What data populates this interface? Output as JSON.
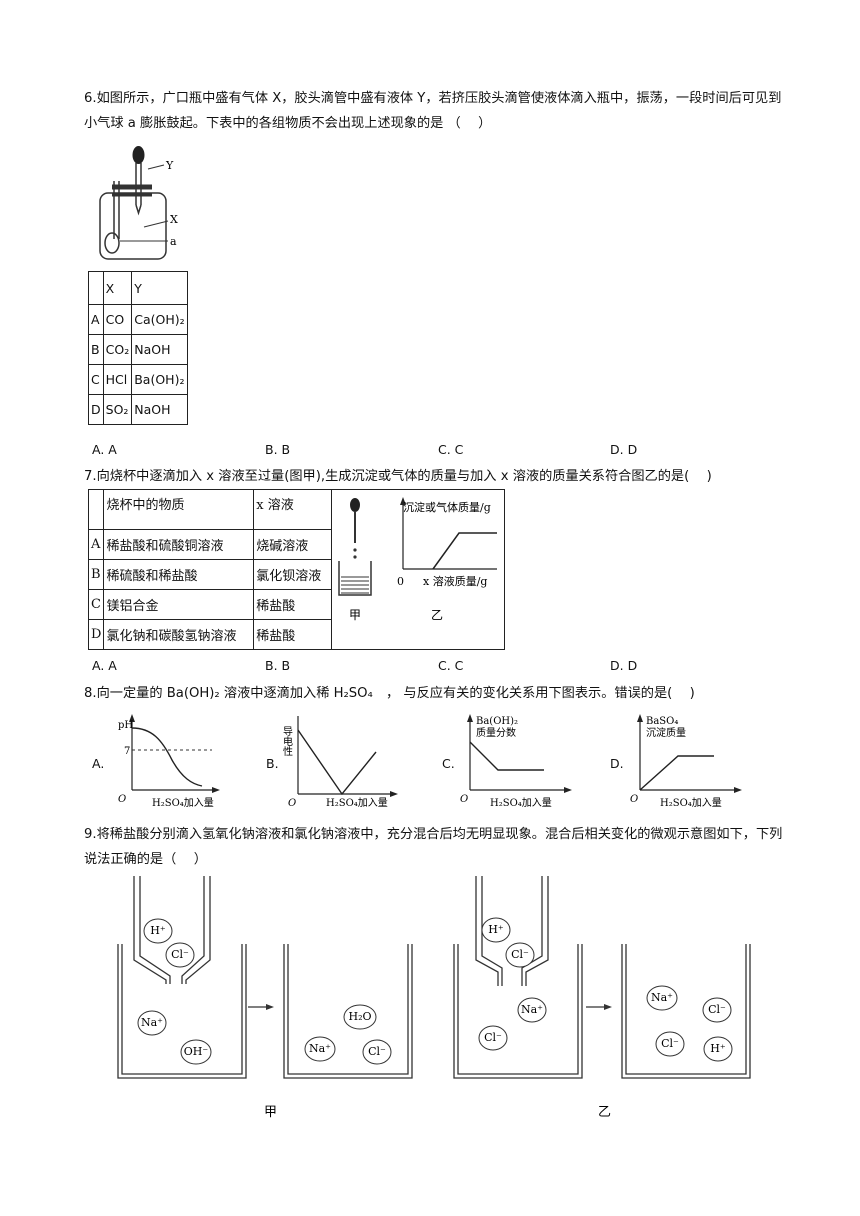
{
  "q6": {
    "text": "6.如图所示，广口瓶中盛有气体 X，胶头滴管中盛有液体 Y，若挤压胶头滴管使液体滴入瓶中，振荡，一段时间后可见到小气球 a 膨胀鼓起。下表中的各组物质不会出现上述现象的是 （　 ）",
    "fig_labels": {
      "y": "Y",
      "x": "X",
      "a": "a"
    },
    "table_header": [
      "",
      "X",
      "Y"
    ],
    "rows": [
      {
        "label": "A",
        "x": "CO",
        "y": "Ca(OH)₂"
      },
      {
        "label": "B",
        "x": "CO₂",
        "y": "NaOH"
      },
      {
        "label": "C",
        "x": "HCl",
        "y": "Ba(OH)₂"
      },
      {
        "label": "D",
        "x": "SO₂",
        "y": "NaOH"
      }
    ],
    "options": [
      "A. A",
      "B. B",
      "C. C",
      "D. D"
    ]
  },
  "q7": {
    "text": "7.向烧杯中逐滴加入 x 溶液至过量(图甲),生成沉淀或气体的质量与加入 x 溶液的质量关系符合图乙的是(　 )",
    "header": [
      "",
      "烧杯中的物质",
      "x 溶液"
    ],
    "rows": [
      {
        "label": "A",
        "beaker": "稀盐酸和硫酸铜溶液",
        "x": "烧碱溶液"
      },
      {
        "label": "B",
        "beaker": "稀硫酸和稀盐酸",
        "x": "氯化钡溶液"
      },
      {
        "label": "C",
        "beaker": "镁铝合金",
        "x": "稀盐酸"
      },
      {
        "label": "D",
        "beaker": "氯化钠和碳酸氢钠溶液",
        "x": "稀盐酸"
      }
    ],
    "fig_jia": "甲",
    "fig_yi": "乙",
    "graph_ylabel": "沉淀或气体质量/g",
    "graph_xlabel": "x 溶液质量/g",
    "graph_origin": "0",
    "options": [
      "A. A",
      "B. B",
      "C. C",
      "D. D"
    ]
  },
  "q8": {
    "text": "8.向一定量的 Ba(OH)₂ 溶液中逐滴加入稀 H₂SO₄　，  与反应有关的变化关系用下图表示。错误的是(　 )",
    "graphs": [
      {
        "letter": "A.",
        "ylabel": "pH",
        "mark": "7",
        "xlabel": "H₂SO₄加入量",
        "origin": "O"
      },
      {
        "letter": "B.",
        "ylabel": "导电性",
        "xlabel": "H₂SO₄加入量",
        "origin": "O"
      },
      {
        "letter": "C.",
        "ylabel1": "Ba(OH)₂",
        "ylabel2": "质量分数",
        "xlabel": "H₂SO₄加入量",
        "origin": "O"
      },
      {
        "letter": "D.",
        "ylabel1": "BaSO₄",
        "ylabel2": "沉淀质量",
        "xlabel": "H₂SO₄加入量",
        "origin": "O"
      }
    ]
  },
  "q9": {
    "text": "9.将稀盐酸分别滴入氢氧化钠溶液和氯化钠溶液中，充分混合后均无明显现象。混合后相关变化的微观示意图如下，下列说法正确的是（　 ）",
    "ions": {
      "h": "H⁺",
      "cl": "Cl⁻",
      "na": "Na⁺",
      "oh": "OH⁻",
      "h2o": "H₂O"
    },
    "caption_jia": "甲",
    "caption_yi": "乙"
  }
}
